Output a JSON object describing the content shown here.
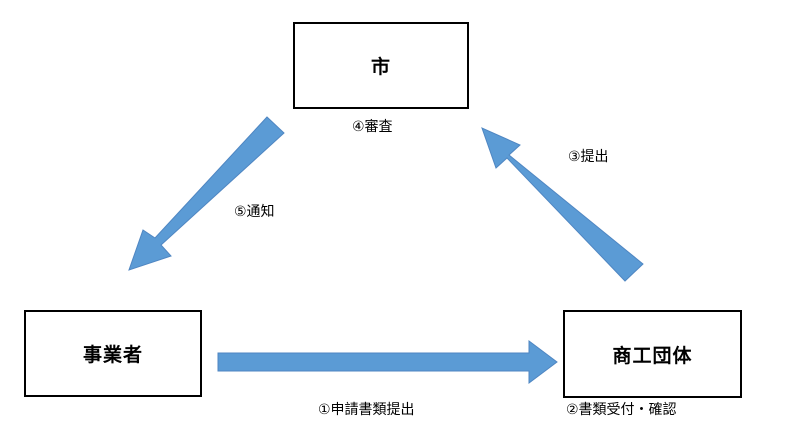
{
  "nodes": {
    "city": "市",
    "business": "事業者",
    "association": "商工団体"
  },
  "labels": {
    "review": "④審査",
    "submit": "③提出",
    "notify": "⑤通知",
    "apply": "①申請書類提出",
    "receive": "②書類受付・確認"
  },
  "colors": {
    "arrow": "#5B9BD5",
    "arrow_border": "#4F86C2",
    "box_border": "#000000"
  }
}
